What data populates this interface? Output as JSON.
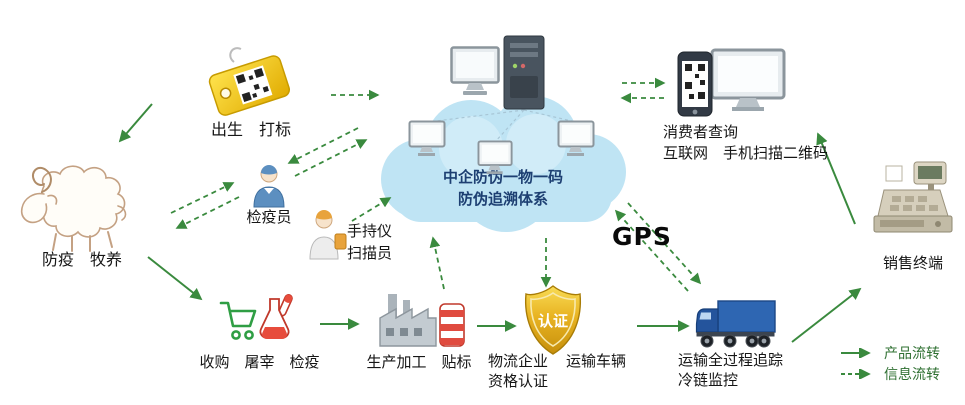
{
  "colors": {
    "flow_green": "#3a8a3e",
    "cloud_blue": "#bfe4f4",
    "tag_yellow": "#f0bc0c",
    "shield_gold": "#e0a81e",
    "truck_blue": "#2e66b2",
    "cloud_text": "#1d3f72",
    "label_text": "#161616"
  },
  "nodes": {
    "sheep": {
      "label": "防疫　牧养"
    },
    "tag": {
      "label": "出生　打标"
    },
    "inspector": {
      "label": "检疫员"
    },
    "scanner": {
      "line1": "手持仪",
      "line2": "扫描员"
    },
    "cloud": {
      "line1": "中企防伪一物一码",
      "line2": "防伪追溯体系"
    },
    "consumer": {
      "line1": "消费者查询",
      "line2": "互联网　手机扫描二维码"
    },
    "pos": {
      "label": "销售终端"
    },
    "gps": {
      "label": "GPS"
    },
    "purchase": {
      "label": "收购　屠宰　检疫"
    },
    "factory": {
      "label": "生产加工　贴标"
    },
    "logistics": {
      "badge": "认证",
      "line1": "物流企业",
      "line2": "资格认证",
      "line3": "运输车辆"
    },
    "transport": {
      "line1": "运输全过程追踪",
      "line2": "冷链监控"
    },
    "legend": {
      "product": "产品流转",
      "info": "信息流转"
    }
  }
}
